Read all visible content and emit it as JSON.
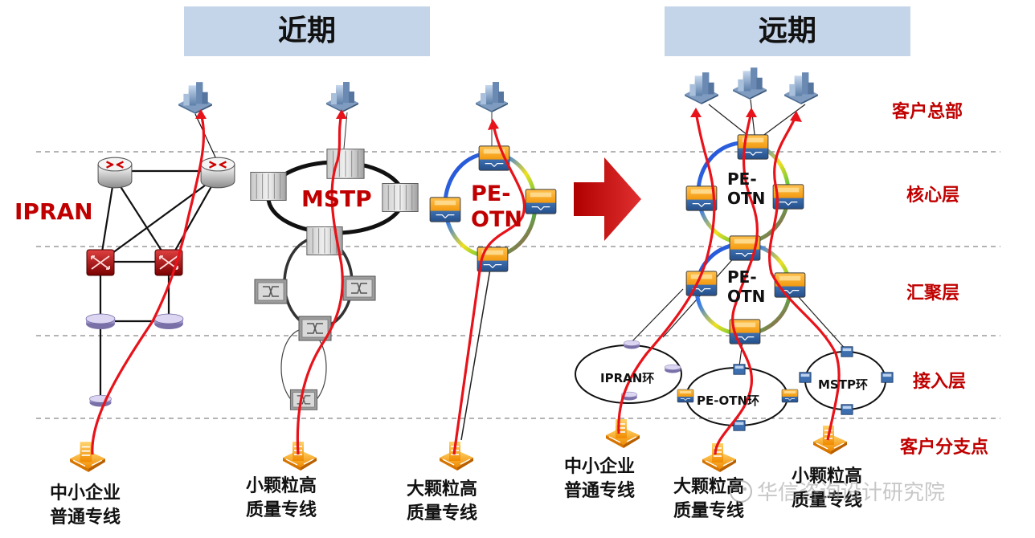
{
  "headers": {
    "near": "近期",
    "far": "远期"
  },
  "layers": {
    "hq": "客户总部",
    "core": "核心层",
    "aggregation": "汇聚层",
    "access": "接入层",
    "branch": "客户分支点"
  },
  "near_term": {
    "ipran_label": "IPRAN",
    "mstp_label": "MSTP",
    "peotn_label_1": "PE-",
    "peotn_label_2": "OTN",
    "captions": {
      "sme_1": "中小企业",
      "sme_2": "普通专线",
      "small_1": "小颗粒高",
      "small_2": "质量专线",
      "large_1": "大颗粒高",
      "large_2": "质量专线"
    }
  },
  "long_term": {
    "core_ring_1": "PE-",
    "core_ring_2": "OTN",
    "agg_ring_1": "PE-",
    "agg_ring_2": "OTN",
    "ipran_ring": "IPRAN环",
    "peotn_ring": "PE-OTN环",
    "mstp_ring": "MSTP环",
    "captions": {
      "sme_1": "中小企业",
      "sme_2": "普通专线",
      "large_1": "大颗粒高",
      "large_2": "质量专线",
      "small_1": "小颗粒高",
      "small_2": "质量专线"
    }
  },
  "watermark": "华信咨询设计研究院",
  "colors": {
    "header_bg": "#c5d5e9",
    "accent_red": "#c00000",
    "path_red": "#e8121a",
    "arrow_red": "#cc1818",
    "dashed": "#888888"
  }
}
